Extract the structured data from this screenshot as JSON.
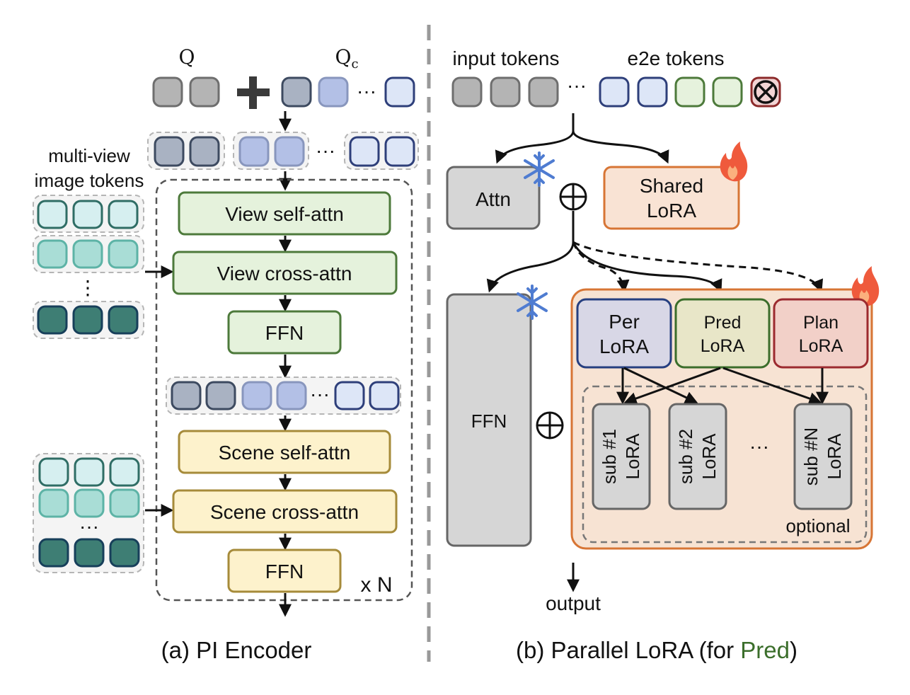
{
  "left_panel": {
    "q_label": "Q",
    "qc_label": "Q",
    "qc_subscript": "c",
    "ellipsis": "···",
    "vertical_ellipsis": "⋮",
    "multiview_label_line1": "multi-view",
    "multiview_label_line2": "image tokens",
    "blocks": {
      "view_self_attn": "View self-attn",
      "view_cross_attn": "View cross-attn",
      "ffn_1": "FFN",
      "scene_self_attn": "Scene self-attn",
      "scene_cross_attn": "Scene cross-attn",
      "ffn_2": "FFN"
    },
    "repeat_label": "x N",
    "caption": "(a) PI Encoder"
  },
  "right_panel": {
    "input_tokens_label": "input tokens",
    "e2e_tokens_label": "e2e tokens",
    "ellipsis": "···",
    "attn": "Attn",
    "shared_lora_line1": "Shared",
    "shared_lora_line2": "LoRA",
    "ffn": "FFN",
    "per_lora_line1": "Per",
    "per_lora_line2": "LoRA",
    "pred_lora_line1": "Pred",
    "pred_lora_line2": "LoRA",
    "plan_lora_line1": "Plan",
    "plan_lora_line2": "LoRA",
    "sub1_line1": "sub #1",
    "sub1_line2": "LoRA",
    "sub2_line1": "sub #2",
    "sub2_line2": "LoRA",
    "subN_line1": "sub #N",
    "subN_line2": "LoRA",
    "sub_ellipsis": "···",
    "optional": "optional",
    "output": "output",
    "oplus": "⊕",
    "caption_prefix": "(b) Parallel LoRA (for ",
    "caption_highlight": "Pred",
    "caption_suffix": ")"
  },
  "colors": {
    "gray_token": "#b4b4b4",
    "q_token_dark": "#a9b2c2",
    "q_token_mid": "#b3c0e6",
    "q_token_light": "#dde6f7",
    "green_token": "#e6f2dd",
    "teal_light": "#d6eff0",
    "teal_mid": "#a9ddd6",
    "teal_dark": "#3e7e74",
    "view_block": "#e5f2dc",
    "scene_block": "#fdf2cc",
    "lora_panel": "#f7e3d3",
    "orange_border": "#d77535",
    "pred_green": "#3b6e2b",
    "red_border": "#9c2a2f"
  }
}
